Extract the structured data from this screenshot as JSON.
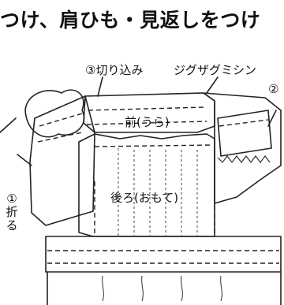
{
  "heading": "つけ、肩ひも・見返しをつけ",
  "labels": {
    "cut": "③切り込み",
    "zigzag": "ジグザグミシン",
    "front": "前(うら)",
    "back": "後ろ(おもて)",
    "step2": "②",
    "fold_num": "①",
    "fold_chars": [
      "折",
      "る"
    ]
  }
}
